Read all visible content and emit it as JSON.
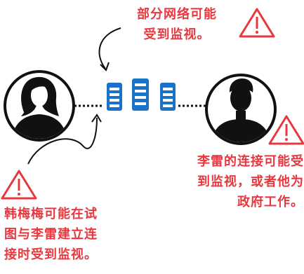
{
  "colors": {
    "accent": "#e8383f",
    "server": "#1a73c9",
    "ink": "#111111"
  },
  "icons": {
    "warning": "warning-triangle-icon",
    "person_left": "woman-avatar-icon",
    "person_right": "man-avatar-icon",
    "server": "server-rack-icon"
  },
  "notes": {
    "top_line1": "部分网络可能",
    "top_line2": "受到监视。",
    "right_line1": "李雷的连接可能受",
    "right_line2": "到监视，或者他为",
    "right_line3": "政府工作。",
    "left_line1": "韩梅梅可能在试",
    "left_line2": "图与李雷建立连",
    "left_line3": "接时受到监视。"
  }
}
